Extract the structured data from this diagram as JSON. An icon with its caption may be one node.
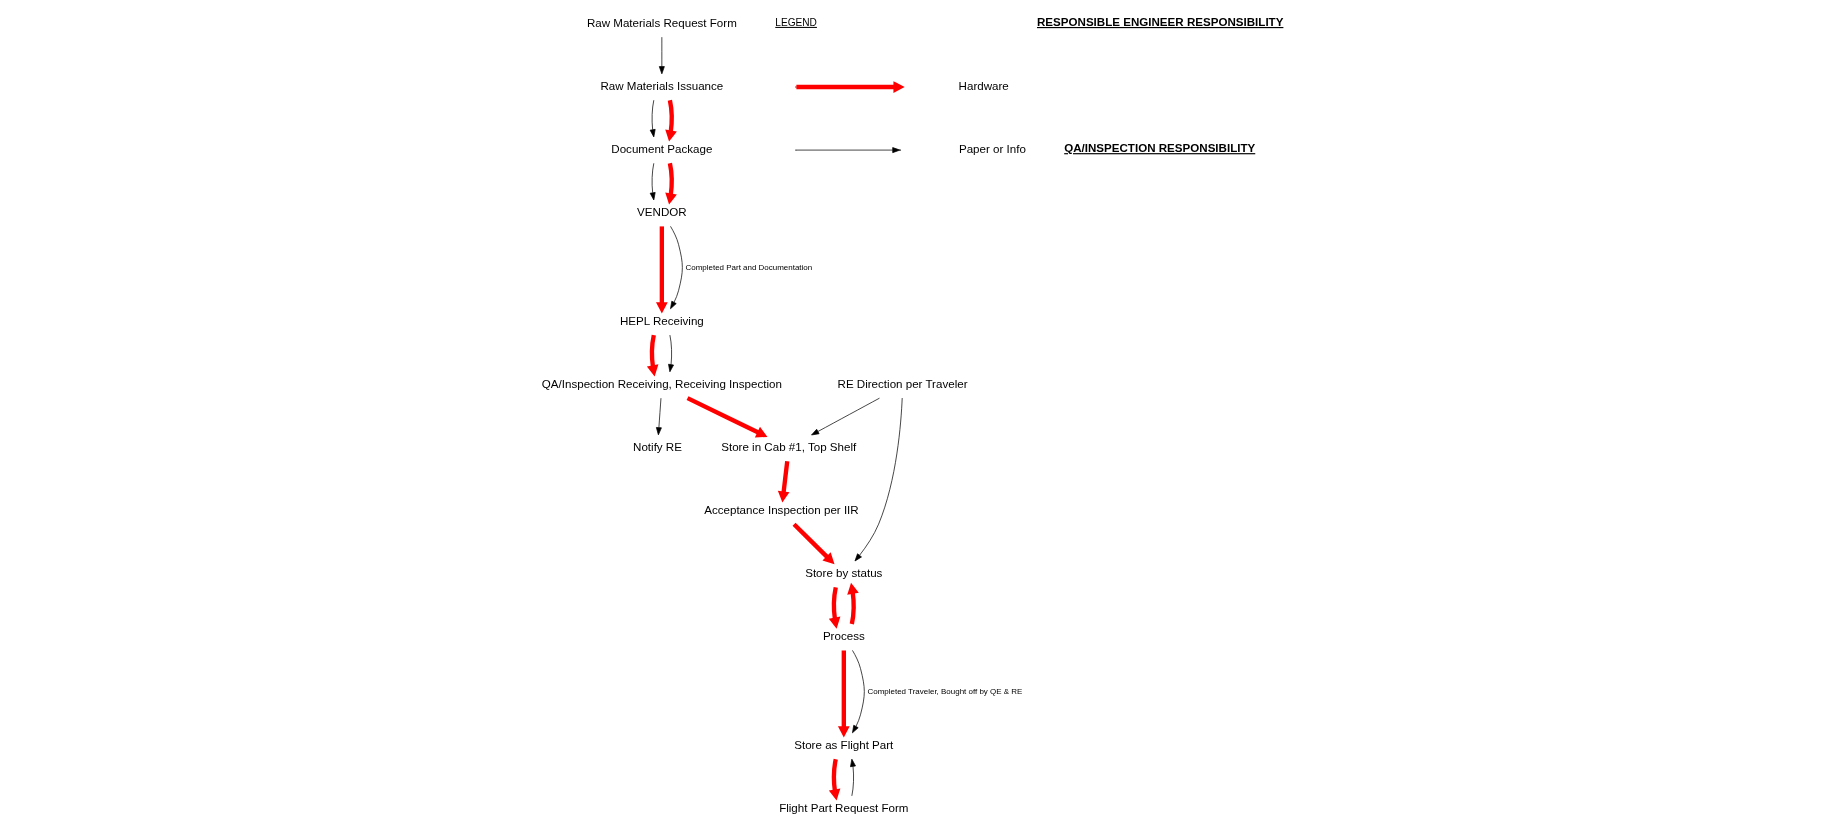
{
  "diagram": {
    "nodes": [
      {
        "text": [
          "Raw Materials Request Form"
        ]
      },
      {
        "text": [
          "Document Package"
        ]
      },
      {
        "text": [
          "VENDOR"
        ]
      },
      {
        "text": [
          "HEPL Receiving"
        ]
      },
      {
        "text": [
          "Raw Materials Issuance"
        ]
      },
      {
        "text": [
          "QA/Inspection Receiving, Receiving Inspection"
        ]
      },
      {
        "text": [
          "Notify RE"
        ]
      },
      {
        "text": [
          "Store in Cab #1, Top Shelf"
        ]
      },
      {
        "text": [
          "RE Direction per Traveler"
        ]
      },
      {
        "text": [
          "Acceptance Inspection per IIR"
        ]
      },
      {
        "text": [
          "Store by status"
        ]
      },
      {
        "text": [
          "Process"
        ]
      },
      {
        "text": [
          "Store as Flight Part"
        ]
      },
      {
        "text": [
          "Flight Part Request Form"
        ]
      }
    ],
    "edges": [
      {
        "from": 0,
        "to": 4,
        "arrow": "to",
        "color": "#000000"
      },
      {
        "from": 4,
        "to": 1,
        "arrow": "to",
        "color": "#000000"
      },
      {
        "from": 4,
        "to": 1,
        "arrow": "to",
        "color": "#ff0000"
      },
      {
        "from": 1,
        "to": 2,
        "arrow": "to",
        "color": "#000000"
      },
      {
        "from": 1,
        "to": 2,
        "arrow": "to",
        "color": "#ff0000"
      },
      {
        "from": 2,
        "to": 3,
        "arrow": "to",
        "color": "#ff0000"
      },
      {
        "from": 2,
        "to": 3,
        "arrow": "to",
        "label": "Completed Part and Documentation",
        "color": "#000000"
      },
      {
        "from": 3,
        "to": 5,
        "arrow": "to",
        "color": "#ff0000"
      },
      {
        "from": 3,
        "to": 5,
        "arrow": "to",
        "color": "#000000"
      },
      {
        "from": 5,
        "to": 6,
        "arrow": "to",
        "color": "#000000"
      },
      {
        "from": 5,
        "to": 7,
        "arrow": "to",
        "color": "#ff0000"
      },
      {
        "from": 8,
        "to": 7,
        "arrow": "to",
        "color": "#000000"
      },
      {
        "from": 7,
        "to": 9,
        "arrow": "to",
        "color": "#ff0000"
      },
      {
        "from": 8,
        "to": 10,
        "arrow": "to",
        "color": "#000000"
      },
      {
        "from": 9,
        "to": 10,
        "arrow": "to",
        "color": "#ff0000"
      },
      {
        "from": 10,
        "to": 11,
        "arrow": "to",
        "color": "#ff0000"
      },
      {
        "from": 11,
        "to": 10,
        "arrow": "to",
        "color": "#ff0000"
      },
      {
        "from": 11,
        "to": 12,
        "arrow": "to",
        "color": "#ff0000"
      },
      {
        "from": 11,
        "to": 12,
        "arrow": "to",
        "label": "Completed Traveler, Bought off by QE & RE",
        "color": "#000000"
      },
      {
        "from": 13,
        "to": 12,
        "arrow": "to",
        "color": "#000000"
      },
      {
        "from": 12,
        "to": 13,
        "arrow": "to",
        "color": "#ff0000"
      }
    ],
    "labels": [
      "LEGEND",
      "RESPONSIBLE ENGINEER RESPONSIBILITY",
      "QA/INSPECTION RESPONSIBILITY"
    ],
    "legend": [
      {
        "text": "Hardware"
      },
      {
        "text": "Paper or Info"
      }
    ]
  }
}
